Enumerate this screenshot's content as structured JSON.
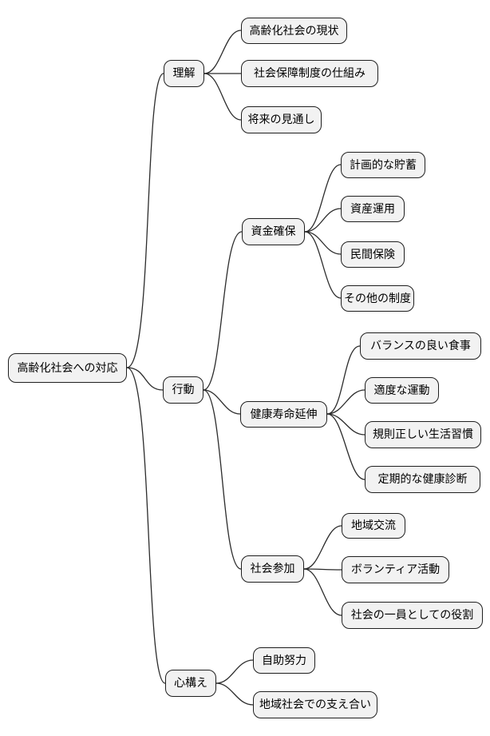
{
  "diagram": {
    "type": "mindmap",
    "root": {
      "label": "高齢化社会への対応"
    },
    "branches": [
      {
        "label": "理解",
        "children": [
          {
            "label": "高齢化社会の現状"
          },
          {
            "label": "社会保障制度の仕組み"
          },
          {
            "label": "将来の見通し"
          }
        ]
      },
      {
        "label": "行動",
        "children": [
          {
            "label": "資金確保",
            "children": [
              {
                "label": "計画的な貯蓄"
              },
              {
                "label": "資産運用"
              },
              {
                "label": "民間保険"
              },
              {
                "label": "その他の制度"
              }
            ]
          },
          {
            "label": "健康寿命延伸",
            "children": [
              {
                "label": "バランスの良い食事"
              },
              {
                "label": "適度な運動"
              },
              {
                "label": "規則正しい生活習慣"
              },
              {
                "label": "定期的な健康診断"
              }
            ]
          },
          {
            "label": "社会参加",
            "children": [
              {
                "label": "地域交流"
              },
              {
                "label": "ボランティア活動"
              },
              {
                "label": "社会の一員としての役割"
              }
            ]
          }
        ]
      },
      {
        "label": "心構え",
        "children": [
          {
            "label": "自助努力"
          },
          {
            "label": "地域社会での支え合い"
          }
        ]
      }
    ],
    "colors": {
      "background": "#ffffff",
      "node_fill": "#f2f2f2",
      "node_border": "#1f1f1f",
      "edge": "#2b2b2b",
      "text": "#000000"
    }
  }
}
